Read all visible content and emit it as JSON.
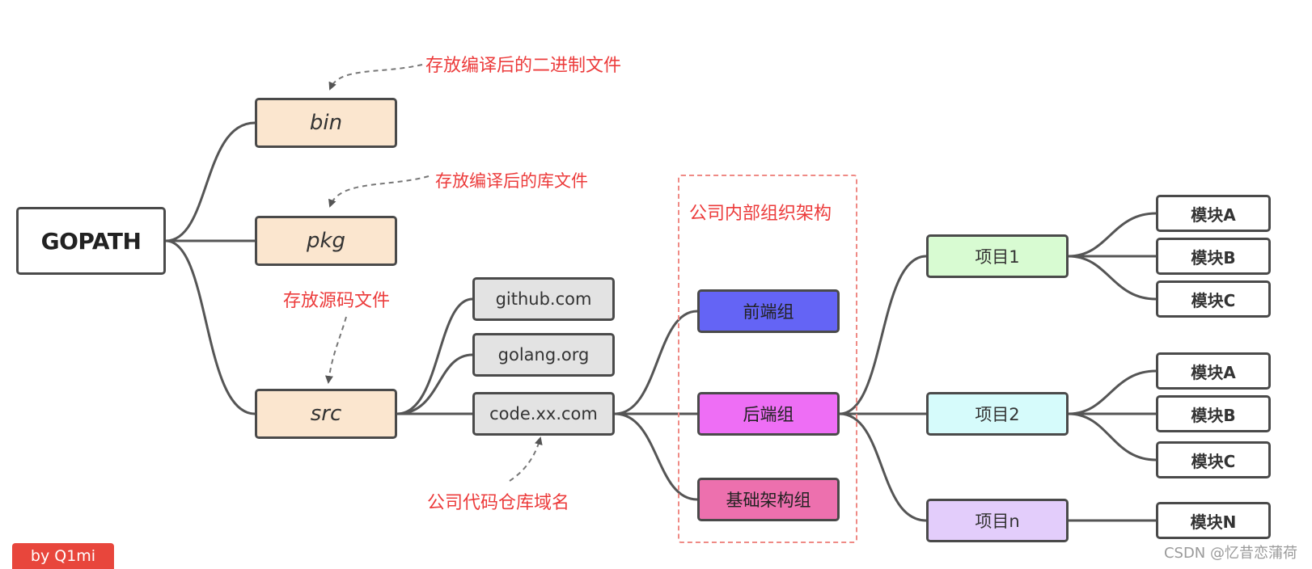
{
  "root": {
    "label": "GOPATH"
  },
  "dirs": {
    "bin": "bin",
    "pkg": "pkg",
    "src": "src"
  },
  "annotations": {
    "bin_note": "存放编译后的二进制文件",
    "pkg_note": "存放编译后的库文件",
    "src_note": "存放源码文件",
    "domain_note": "公司代码仓库域名",
    "org_note": "公司内部组织架构"
  },
  "sites": {
    "github": "github.com",
    "golang": "golang.org",
    "code": "code.xx.com"
  },
  "teams": {
    "frontend": "前端组",
    "backend": "后端组",
    "infra": "基础架构组"
  },
  "projects": {
    "p1": "项目1",
    "p2": "项目2",
    "pn": "项目n"
  },
  "modules": {
    "p1": [
      "模块A",
      "模块B",
      "模块C"
    ],
    "p2": [
      "模块A",
      "模块B",
      "模块C"
    ],
    "pn": [
      "模块N"
    ]
  },
  "badge": "by Q1mi",
  "watermark": "CSDN @忆昔恋蒲荷",
  "colors": {
    "frontend": "#6464f5",
    "backend": "#ee6ef5",
    "infra": "#ed70ae",
    "project1": "#d8fbd2",
    "project2": "#d6fbfb",
    "projectn": "#e3cdfb",
    "dir": "#fbe6cf",
    "site": "#e3e3e3",
    "annotation": "#ec3b3b"
  }
}
